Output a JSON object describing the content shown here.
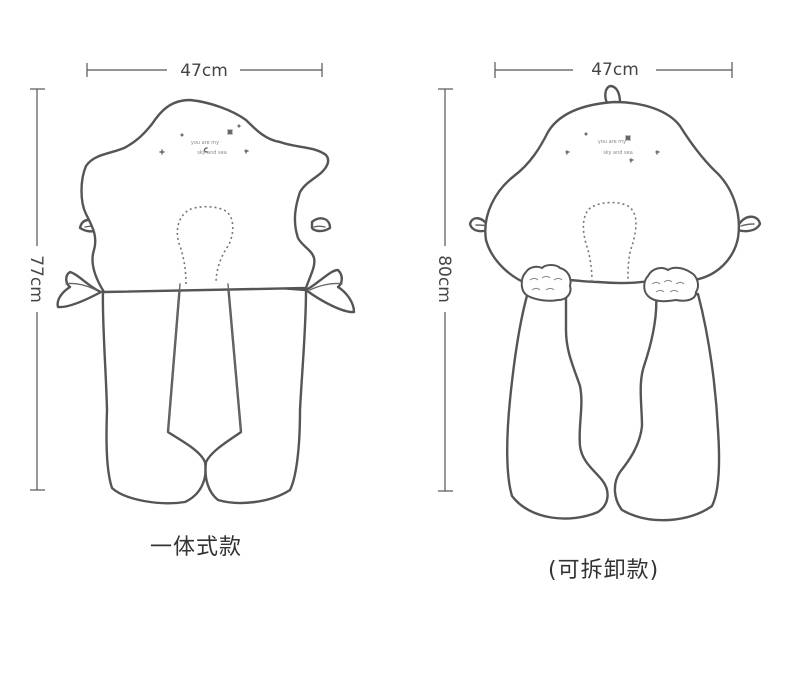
{
  "left": {
    "width_label": "47cm",
    "height_label": "77cm",
    "caption": "一体式款",
    "embroidery": [
      "you are my",
      "sky and sea"
    ]
  },
  "right": {
    "width_label": "47cm",
    "height_label": "80cm",
    "caption": "(可拆卸款)",
    "embroidery": [
      "you are my",
      "sky and sea"
    ]
  }
}
